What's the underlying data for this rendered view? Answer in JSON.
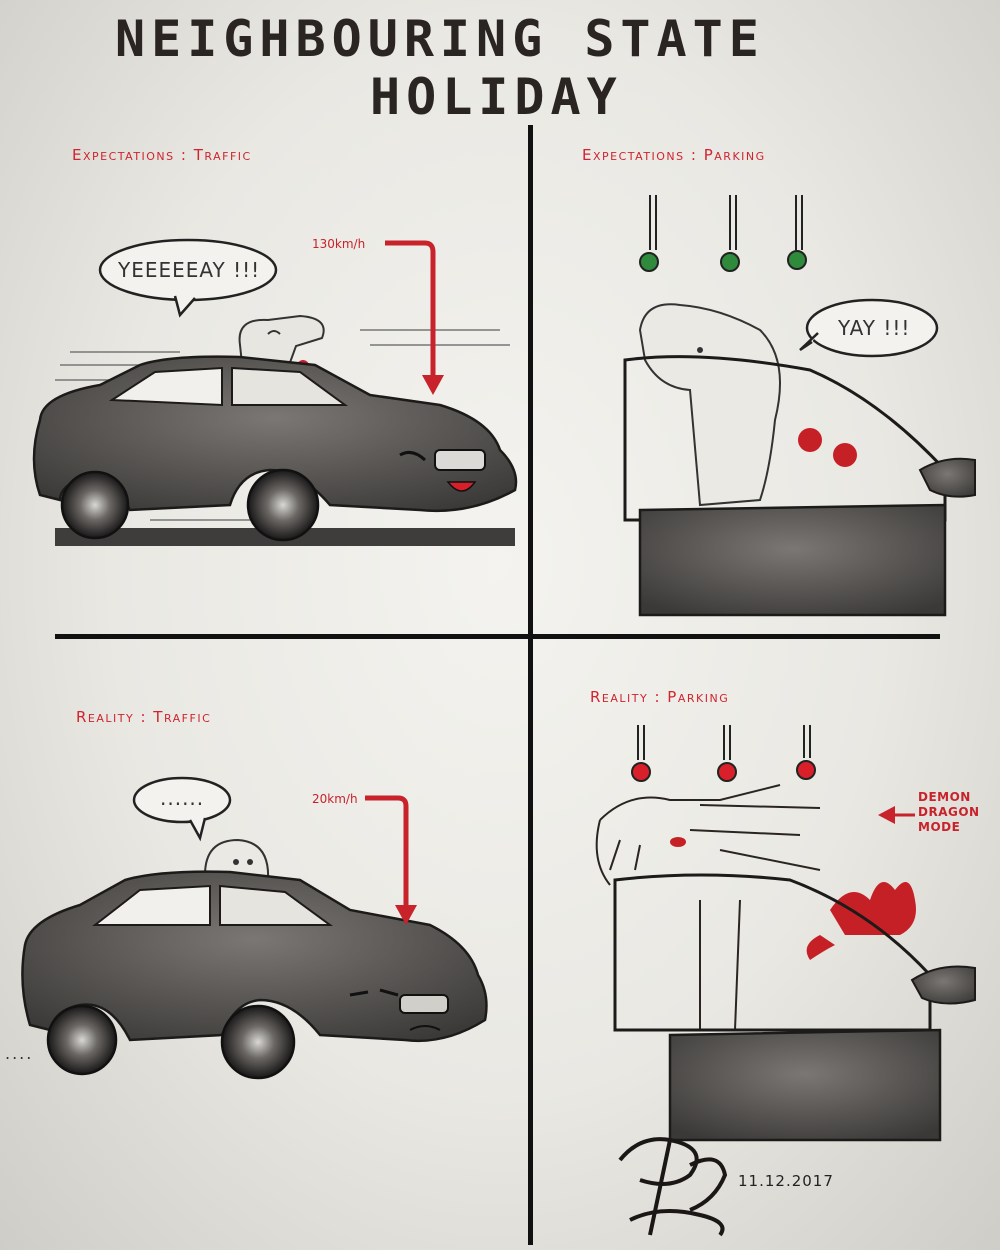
{
  "title_line1": "NEIGHBOURING STATE",
  "title_line2": "HOLIDAY",
  "panels": [
    {
      "label": "Expectations : Traffic",
      "speech": "YEEEEEAY !!!",
      "speed": "130km/h"
    },
    {
      "label": "Expectations : Parking",
      "speech": "YAY !!!"
    },
    {
      "label": "Reality : Traffic",
      "speech": "......",
      "speed": "20km/h",
      "trail": "...."
    },
    {
      "label": "Reality : Parking",
      "side_note": [
        "DEMON",
        "DRAGON",
        "MODE"
      ]
    }
  ],
  "signature_monogram": "PL",
  "date": "11.12.2017",
  "colors": {
    "ink": "#1f1b19",
    "red_accent": "#d0242e",
    "pencil_shading": "#4a4744",
    "light_green": "#2f8a3b",
    "light_red": "#d9202a",
    "paper": "#f1f0ec"
  }
}
